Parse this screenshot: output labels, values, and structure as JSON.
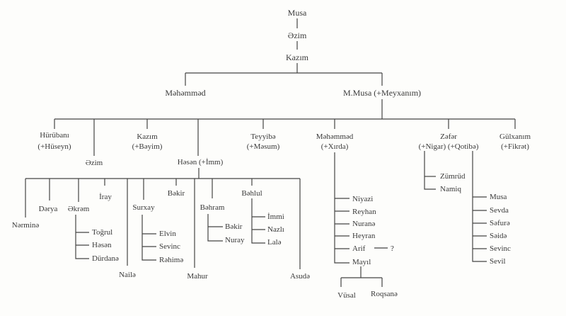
{
  "root": [
    "Musa",
    "Əzim",
    "Kazım"
  ],
  "gen1": {
    "left": "Məhəmməd",
    "right": "M.Musa (+Meyxanım)"
  },
  "gen2": {
    "hurubani": [
      "Hürübanı",
      "(+Hüseyn)"
    ],
    "ezim": "Əzim",
    "kazim": [
      "Kazım",
      "(+Bəyim)"
    ],
    "hesen": "Həsən (+İmm)",
    "teyyibe": [
      "Teyyibə",
      "(+Məsum)"
    ],
    "mehemmed": [
      "Məhəmməd",
      "(+Xırda)"
    ],
    "zefer": [
      "Zəfər",
      "(+Nigar) (+Qotibə)"
    ],
    "gulxanim": [
      "Gülxanım",
      "(+Fikrət)"
    ]
  },
  "hesen_children": {
    "nermine": "Nərminə",
    "derya": "Dərya",
    "ekrem": "Əkrəm",
    "iray": "İray",
    "naile": "Nailə",
    "surxay": "Surxay",
    "bekir": "Bəkir",
    "mahur": "Mahur",
    "behram": "Bəhram",
    "behlul": "Bəhlul",
    "asude": "Asudə"
  },
  "ekrem_children": [
    "Toğrul",
    "Həsən",
    "Dürdanə"
  ],
  "surxay_children": [
    "Elvin",
    "Sevinc",
    "Rəhimə"
  ],
  "behram_children": [
    "Bəkir",
    "Nuray"
  ],
  "behlul_children": [
    "İmmi",
    "Nazlı",
    "Lalə"
  ],
  "mehemmed_children": [
    "Niyazi",
    "Reyhan",
    "Nuranə",
    "Heyran",
    "Arif",
    "Mayıl"
  ],
  "arif_unknown": "?",
  "mayil_children": [
    "Vüsal",
    "Roqsanə"
  ],
  "zefer_nigar_children": [
    "Zümrüd",
    "Namiq"
  ],
  "zefer_qotibe_children": [
    "Musa",
    "Sevda",
    "Səfurə",
    "Səidə",
    "Sevinc",
    "Sevil"
  ]
}
